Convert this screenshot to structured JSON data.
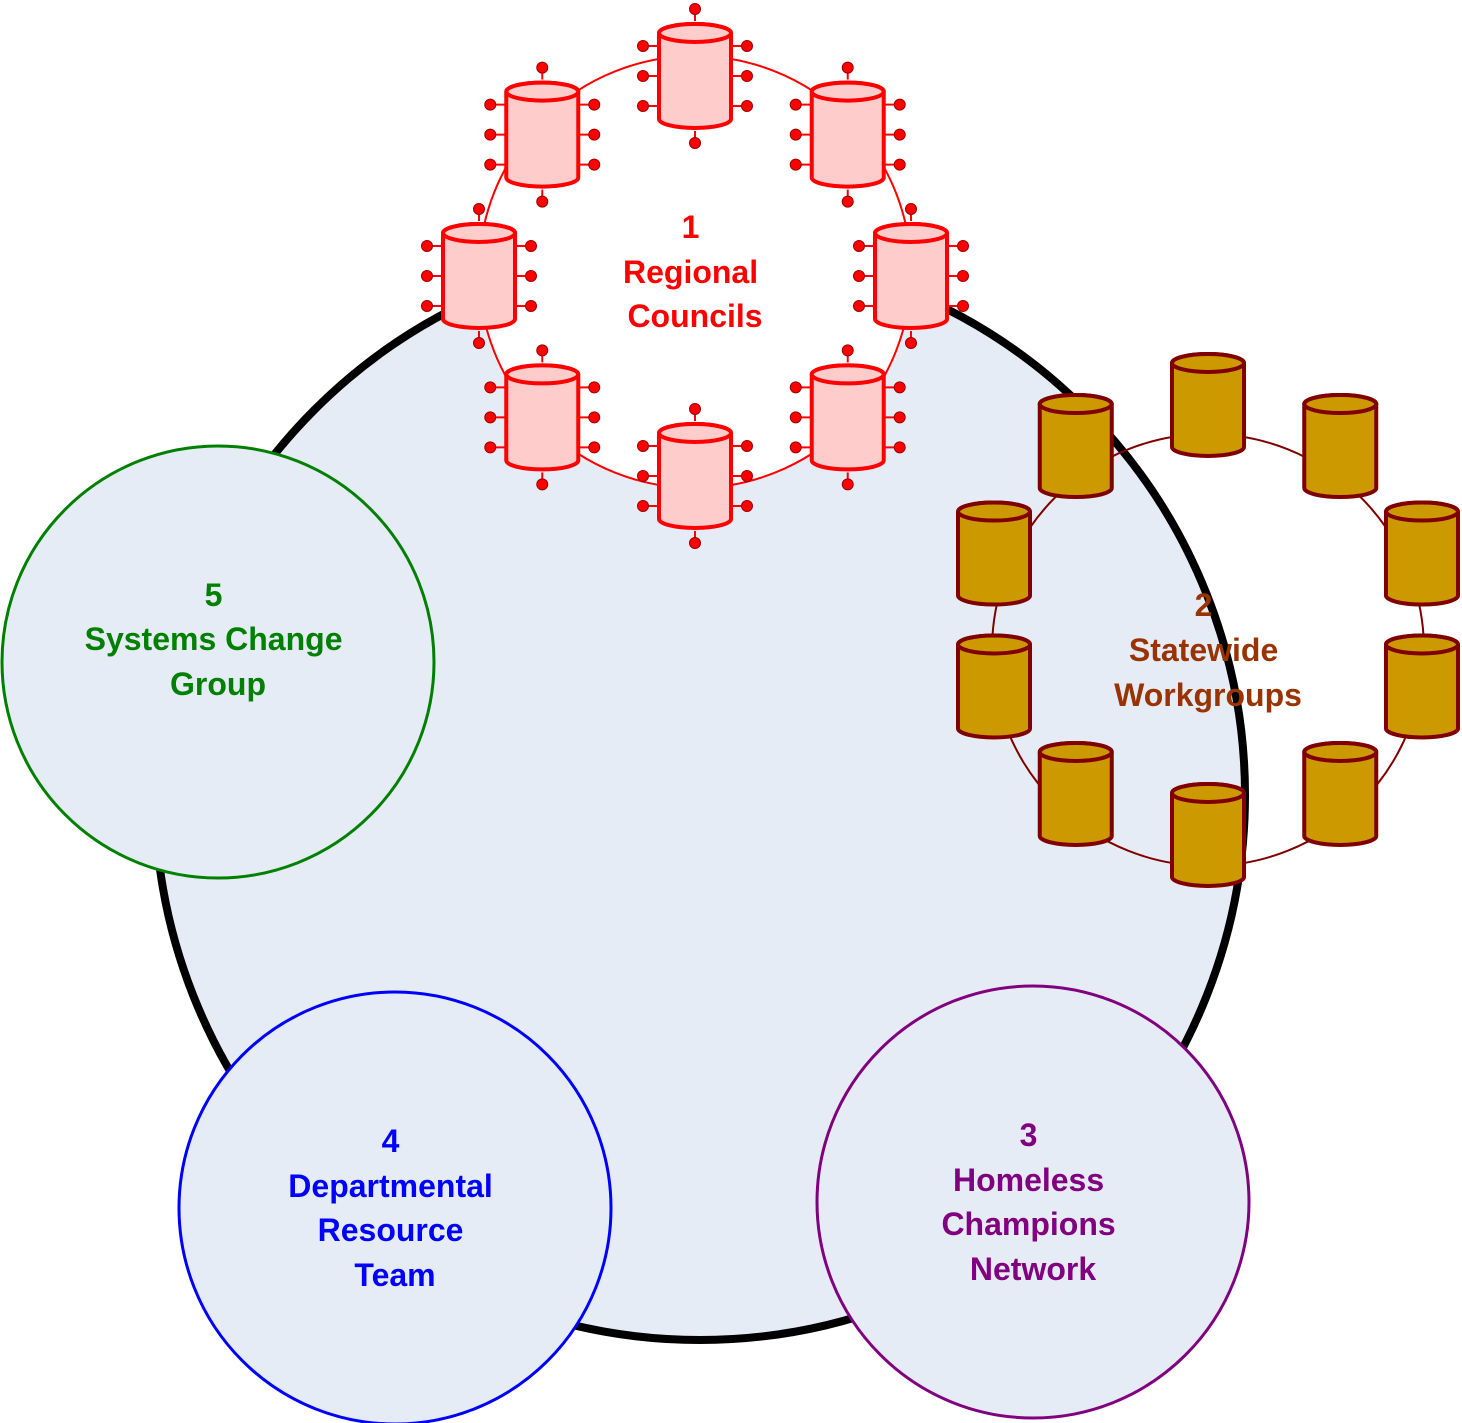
{
  "groups": [
    {
      "number": "1",
      "lines": [
        "Regional",
        "Councils"
      ],
      "color": "#ff0000",
      "node_fill": "#ffcccc",
      "node_count": 8,
      "node_style": "connected-cylinder"
    },
    {
      "number": "2",
      "lines": [
        "Statewide",
        "Workgroups"
      ],
      "color": "#993300",
      "node_fill": "#cc9900",
      "node_stroke": "#800000",
      "node_count": 10,
      "node_style": "cylinder"
    },
    {
      "number": "3",
      "lines": [
        "Homeless",
        "Champions",
        "Network"
      ],
      "color": "#800080"
    },
    {
      "number": "4",
      "lines": [
        "Departmental",
        "Resource",
        "Team"
      ],
      "color": "#0000ff"
    },
    {
      "number": "5",
      "lines": [
        "Systems Change",
        "Group"
      ],
      "color": "#008000"
    }
  ],
  "colors": {
    "main_circle_fill": "#e6ecf6",
    "main_circle_stroke": "#000000",
    "sub_circle_fill": "#e6ecf6"
  }
}
